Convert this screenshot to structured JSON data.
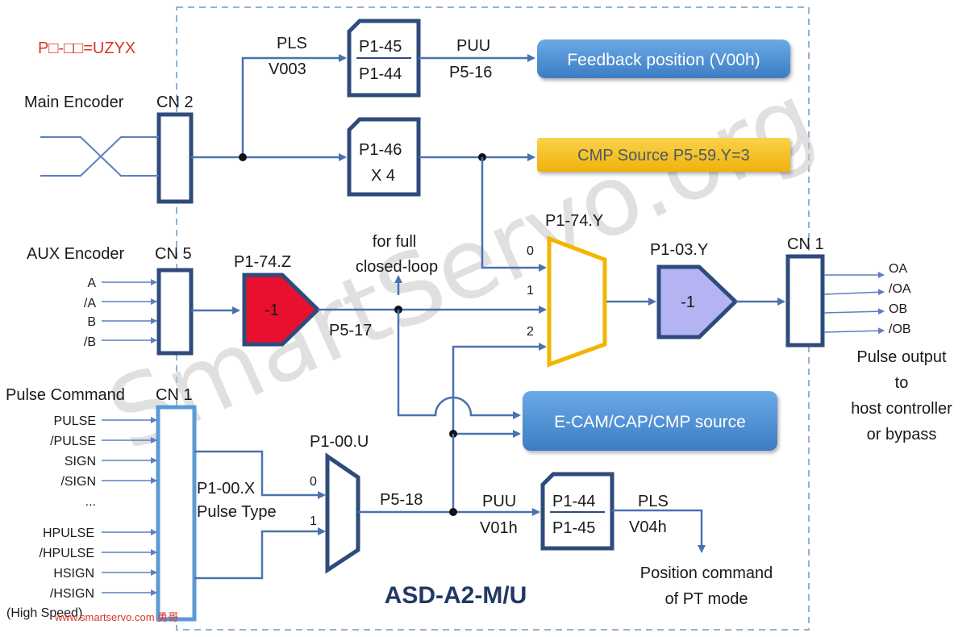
{
  "header_formula": "P□-□□=UZYX",
  "model": "ASD-A2-M/U",
  "watermark": "SmartServo.org",
  "footer_credit": "www.smartservo.com 勇哥",
  "main_encoder": {
    "label": "Main Encoder",
    "connector": "CN 2"
  },
  "aux_encoder": {
    "label": "AUX Encoder",
    "connector": "CN 5",
    "pins": [
      "A",
      "/A",
      "B",
      "/B"
    ]
  },
  "pulse_command": {
    "label": "Pulse Command",
    "connector": "CN 1",
    "pins": [
      "PULSE",
      "/PULSE",
      "SIGN",
      "/SIGN",
      "...",
      "HPULSE",
      "/HPULSE",
      "HSIGN",
      "/HSIGN"
    ],
    "note": "(High Speed)"
  },
  "output": {
    "connector": "CN 1",
    "pins": [
      "OA",
      "/OA",
      "OB",
      "/OB"
    ],
    "caption": [
      "Pulse output",
      "to",
      "host controller",
      "or bypass"
    ]
  },
  "gear_pls_puu": {
    "top": "P1-45",
    "bottom": "P1-44"
  },
  "gear_x4": {
    "top": "P1-46",
    "bottom": "X 4"
  },
  "gear_puu_pls": {
    "top": "P1-44",
    "bottom": "P1-45"
  },
  "labels": {
    "pls": "PLS",
    "v003": "V003",
    "puu": "PUU",
    "p516": "P5-16",
    "p1_74_z": "P1-74.Z",
    "p5_17": "P5-17",
    "full_loop": [
      "for full",
      "closed-loop"
    ],
    "p1_74_y": "P1-74.Y",
    "p1_03_y": "P1-03.Y",
    "p1_00_u": "P1-00.U",
    "p1_00_x": "P1-00.X",
    "pulse_type": "Pulse Type",
    "p5_18": "P5-18",
    "puu2": "PUU",
    "v01h": "V01h",
    "pls2": "PLS",
    "v04h": "V04h",
    "position_cmd": [
      "Position command",
      "of PT mode"
    ]
  },
  "mux_y_inputs": [
    "0",
    "1",
    "2"
  ],
  "mux_u_inputs": [
    "0",
    "1"
  ],
  "negate_z": "-1",
  "negate_y": "-1",
  "targets": {
    "feedback": "Feedback position (V00h)",
    "cmp_source": "CMP Source P5-59.Y=3",
    "ecam": "E-CAM/CAP/CMP source"
  },
  "colors": {
    "flow": "#4a72b0",
    "block_border": "#2f4b7c",
    "pulse_block": "#5b9bd5",
    "negate_z_fill": "#e8102e",
    "negate_y_fill": "#b4b4f2",
    "mux_y_border": "#f2b600",
    "target_blue": "#4f92d6",
    "target_orange": "#f5c020",
    "formula_red": "#d9352a",
    "model_text": "#203864"
  }
}
